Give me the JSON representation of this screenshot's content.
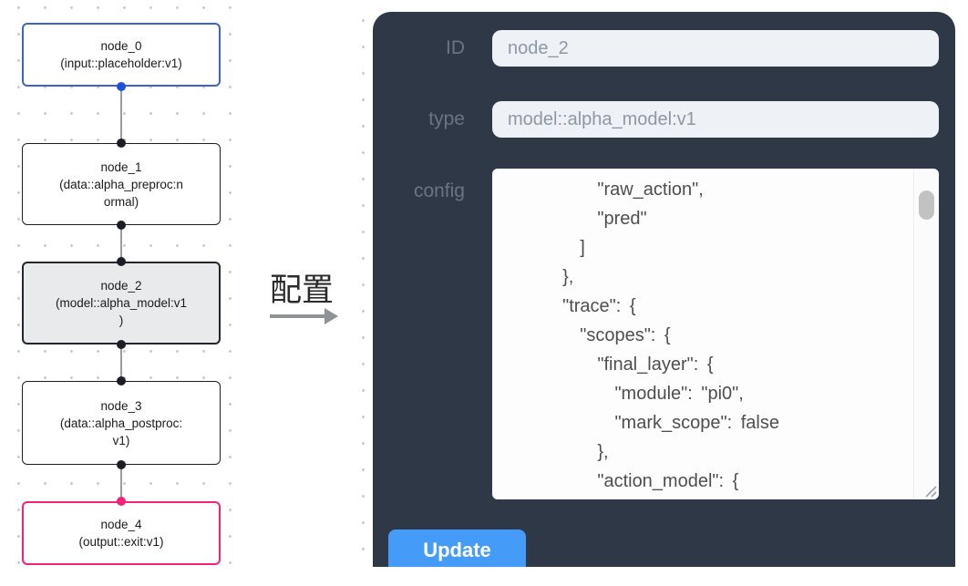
{
  "canvas": {
    "nodes": [
      {
        "id": "node_0",
        "title": "node_0",
        "subtitle_lines": [
          "(input::placeholder:v1)"
        ],
        "kind": "input",
        "border_color": "#3a64c8",
        "handle_color": "#1d52d9",
        "selected": false
      },
      {
        "id": "node_1",
        "title": "node_1",
        "subtitle_lines": [
          "(data::alpha_preproc:n",
          "ormal)"
        ],
        "kind": "data",
        "border_color": "#1b1e26",
        "handle_color": "#1b1e26",
        "selected": false
      },
      {
        "id": "node_2",
        "title": "node_2",
        "subtitle_lines": [
          "(model::alpha_model:v1",
          ")"
        ],
        "kind": "model",
        "border_color": "#23262e",
        "handle_color": "#1b1e26",
        "selected": true,
        "fill": "#e9eaec"
      },
      {
        "id": "node_3",
        "title": "node_3",
        "subtitle_lines": [
          "(data::alpha_postproc:",
          "v1)"
        ],
        "kind": "data",
        "border_color": "#1b1e26",
        "handle_color": "#1b1e26",
        "selected": false
      },
      {
        "id": "node_4",
        "title": "node_4",
        "subtitle_lines": [
          "(output::exit:v1)"
        ],
        "kind": "output",
        "border_color": "#f1217c",
        "handle_color": "#f1217c",
        "selected": false
      }
    ],
    "edges": [
      "node_0->node_1",
      "node_1->node_2",
      "node_2->node_3",
      "node_3->node_4"
    ]
  },
  "transfer": {
    "label": "配置"
  },
  "panel": {
    "fields": [
      {
        "label": "ID",
        "value": "node_2"
      },
      {
        "label": "type",
        "value": "model::alpha_model:v1"
      }
    ],
    "config_label": "config",
    "config_lines": [
      "      \"raw_action\",",
      "      \"pred\"",
      "    ]",
      "  },",
      "  \"trace\": {",
      "    \"scopes\": {",
      "      \"final_layer\": {",
      "        \"module\": \"pi0\",",
      "        \"mark_scope\": false",
      "      },",
      "      \"action_model\": {"
    ],
    "update_label": "Update",
    "colors": {
      "panel_bg": "#2e3847",
      "label_text": "#6b7482",
      "input_bg": "#eef1f5",
      "input_text": "#8e97a4",
      "accent_blue": "#459cf8",
      "input_node_border": "#3a64c8",
      "output_node_border": "#f1217c",
      "default_node_border": "#1b1e26",
      "selected_node_fill": "#e9eaec",
      "handle_blue": "#1d52d9",
      "handle_pink": "#f1217c"
    }
  }
}
